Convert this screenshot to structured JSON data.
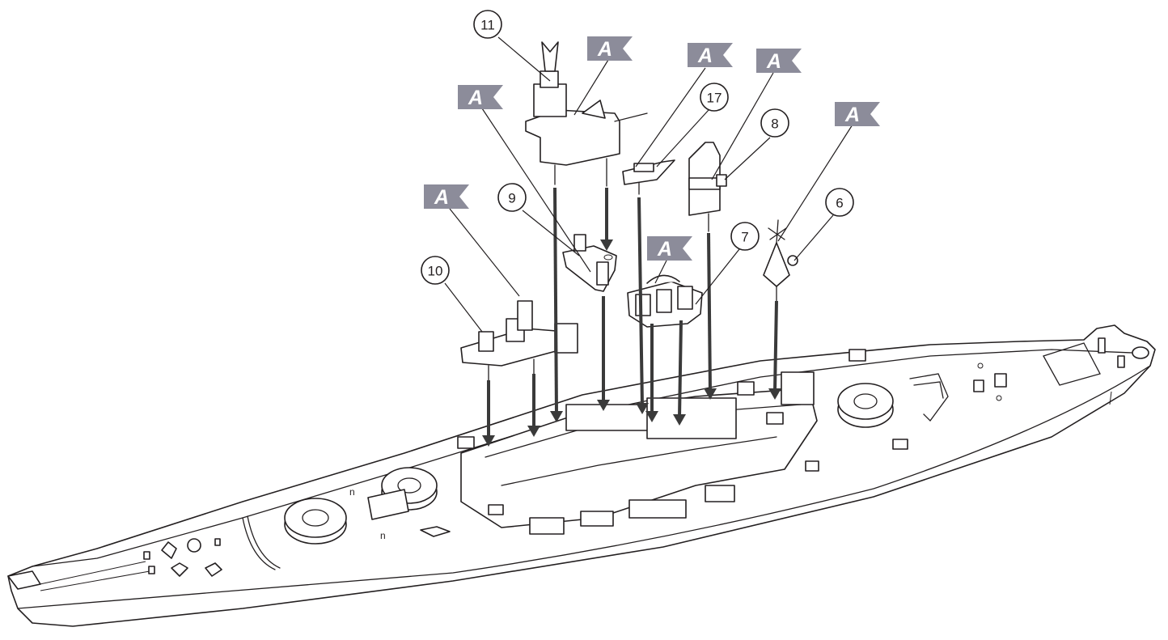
{
  "colors": {
    "ink": "#231f20",
    "flag": "#8c8c9a",
    "arrow": "#3a3a3a"
  },
  "callouts": [
    {
      "id": "c11",
      "label": "11"
    },
    {
      "id": "c17",
      "label": "17"
    },
    {
      "id": "c8",
      "label": "8"
    },
    {
      "id": "c9",
      "label": "9"
    },
    {
      "id": "c6",
      "label": "6"
    },
    {
      "id": "c7",
      "label": "7"
    },
    {
      "id": "c10",
      "label": "10"
    }
  ],
  "flags": [
    {
      "id": "f1",
      "label": "A"
    },
    {
      "id": "f2",
      "label": "A"
    },
    {
      "id": "f3",
      "label": "A"
    },
    {
      "id": "f4",
      "label": "A"
    },
    {
      "id": "f5",
      "label": "A"
    },
    {
      "id": "f6",
      "label": "A"
    },
    {
      "id": "f7",
      "label": "A"
    }
  ],
  "icons": {
    "hull": "battleship-hull-icon",
    "part": "superstructure-part-icon",
    "arrow": "down-arrow-icon",
    "flag": "glue-flag-icon"
  }
}
